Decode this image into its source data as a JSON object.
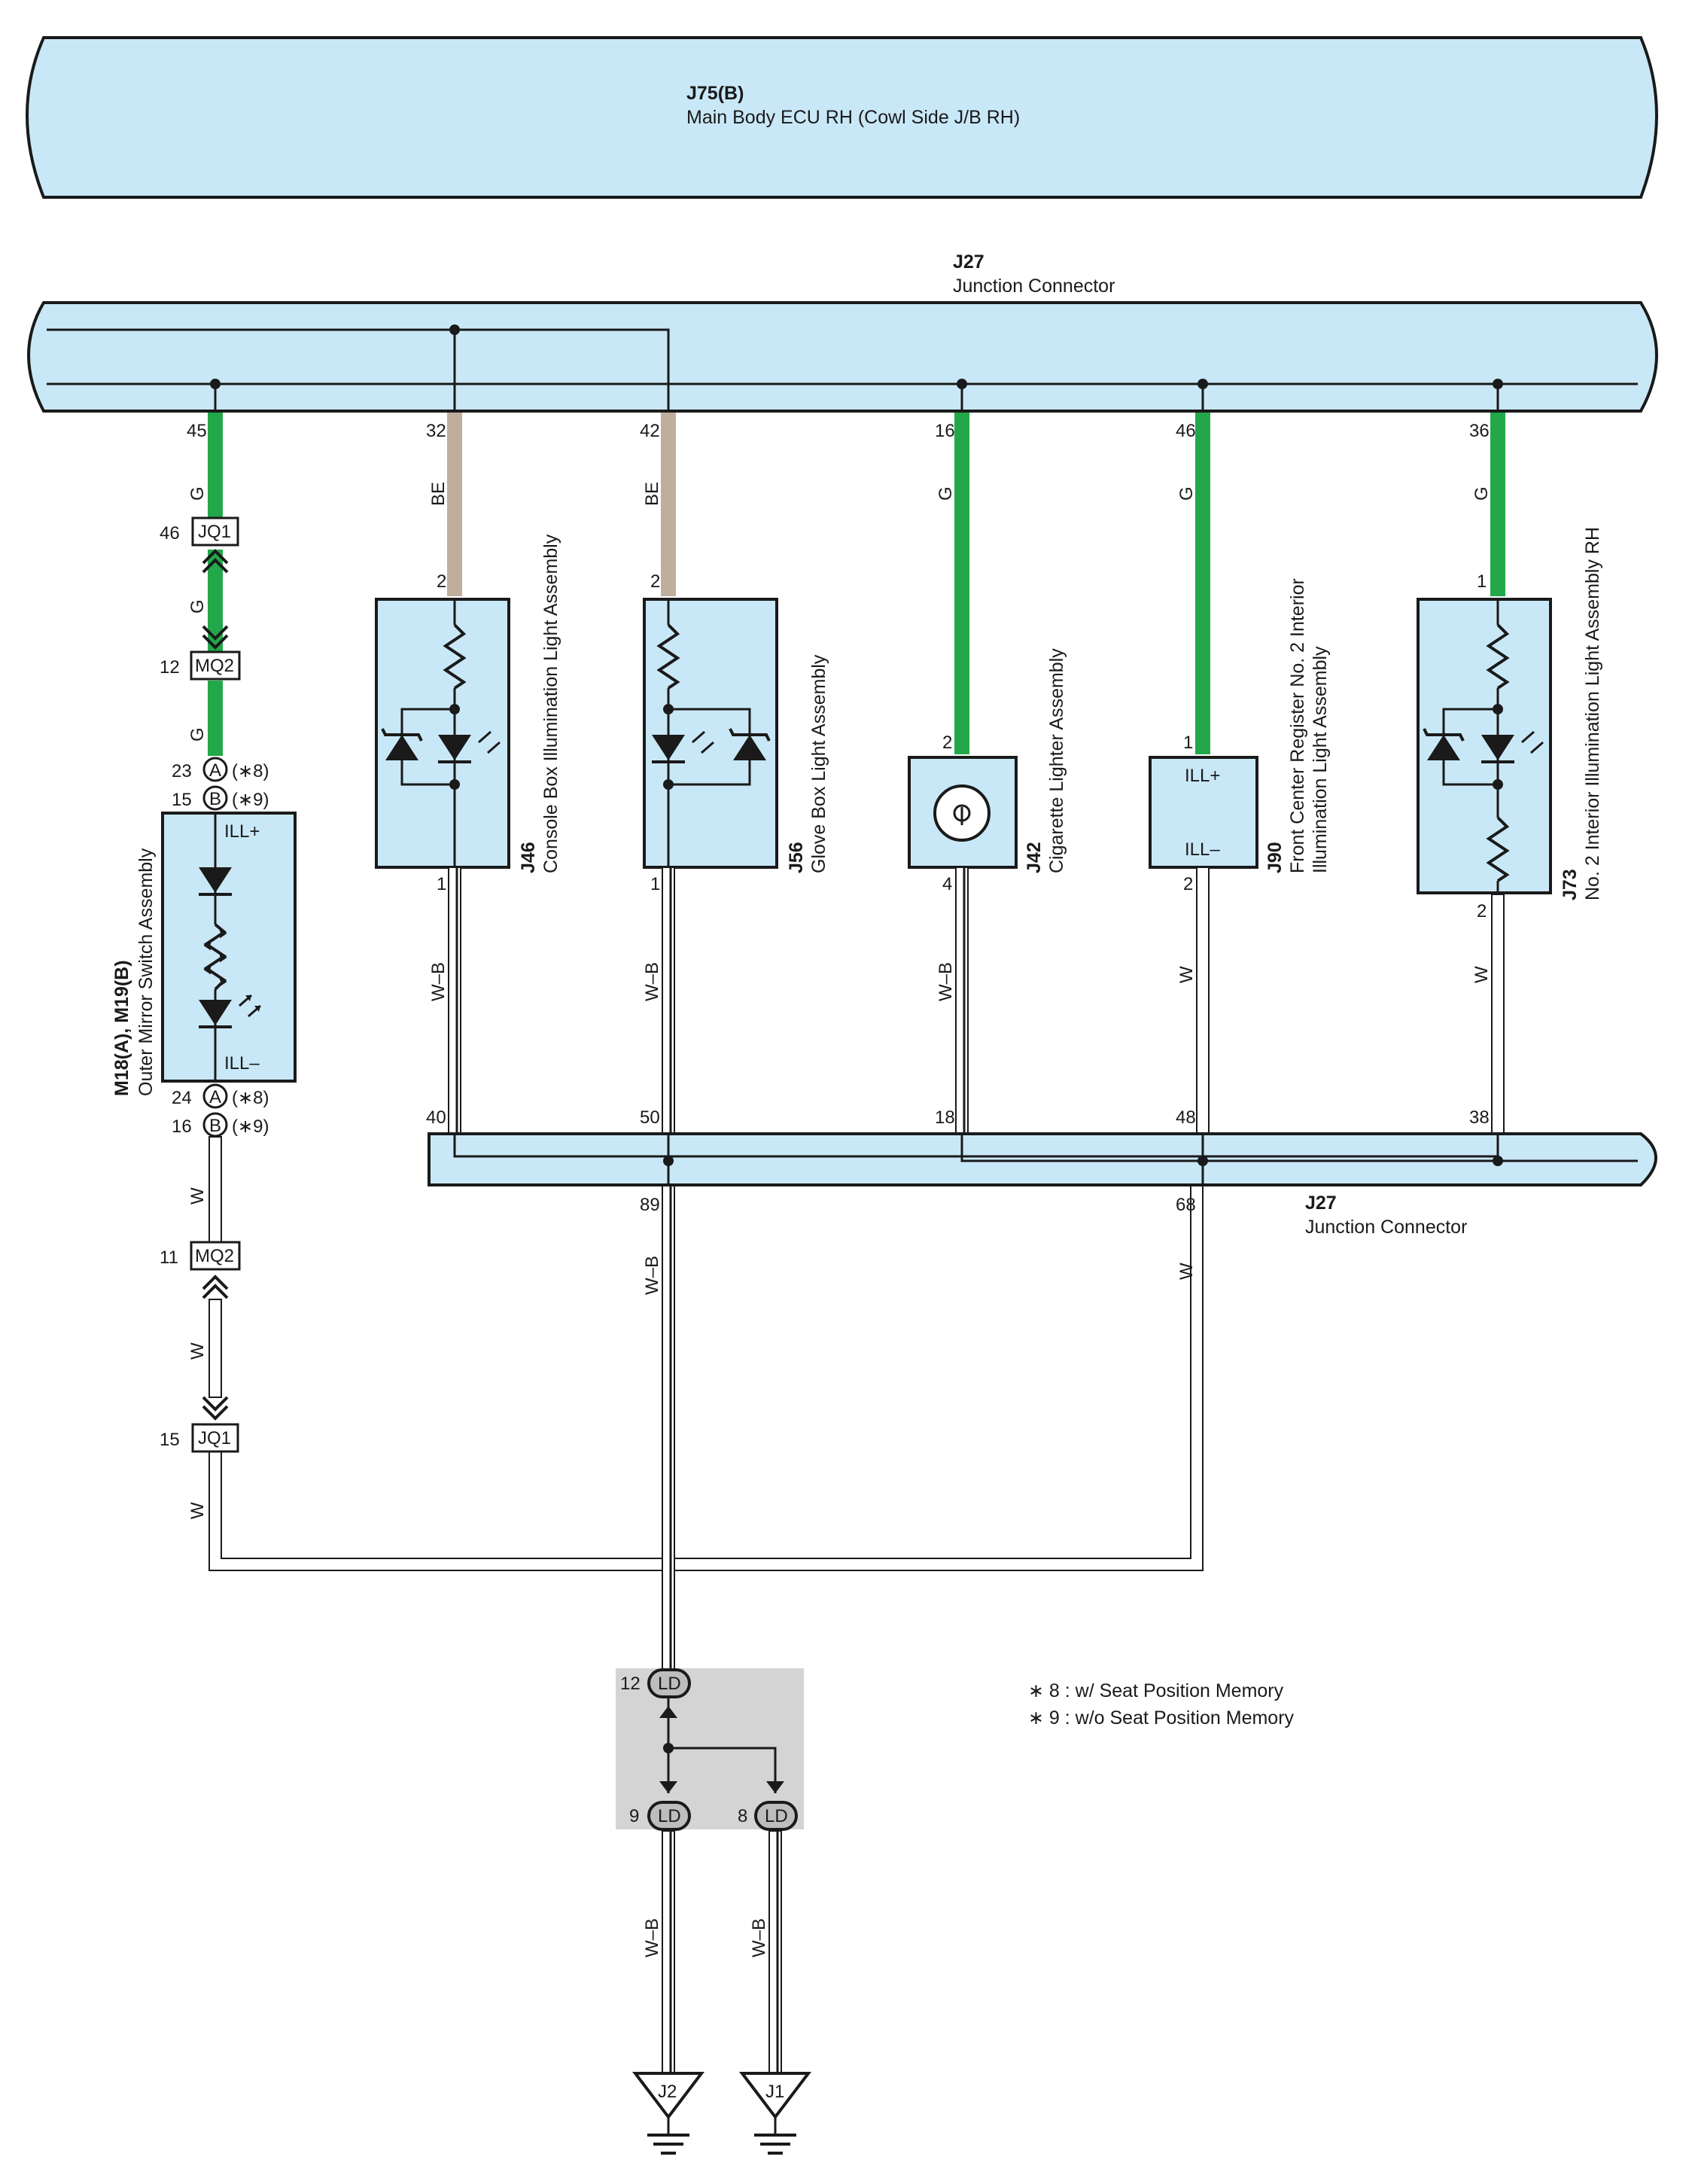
{
  "colors": {
    "box_fill": "#c9e8f7",
    "wire_g": "#22a84a",
    "wire_be": "#bfae9b",
    "wire_w": "#ffffff",
    "wire_wb": "#ffffff",
    "outline": "#1a1a1a",
    "ground_box": "#d4d4d4"
  },
  "ecu": {
    "code": "J75(B)",
    "name": "Main Body ECU RH (Cowl Side J/B RH)"
  },
  "j27_top": {
    "code": "J27",
    "name": "Junction Connector",
    "pins": [
      "45",
      "32",
      "42",
      "16",
      "46",
      "36"
    ]
  },
  "j27_bottom": {
    "code": "J27",
    "name": "Junction Connector",
    "pins_top": [
      "40",
      "50",
      "18",
      "48",
      "38"
    ],
    "pins_bottom": [
      "89",
      "68"
    ]
  },
  "wires": {
    "c1_upper": "G",
    "c1_mid": "G",
    "c1_low": "G",
    "c1_w1": "W",
    "c1_w2": "W",
    "c1_w3": "W",
    "c2": "BE",
    "c3": "BE",
    "c4": "G",
    "c5": "G",
    "c6": "G",
    "c2_low": "W–B",
    "c3_low": "W–B",
    "c4_low": "W–B",
    "c5_low": "W",
    "c6_low": "W",
    "c3_bottom": "W–B",
    "c5_bottom": "W",
    "ground_left": "W–B",
    "ground_right": "W–B"
  },
  "inline_connectors": {
    "jq1_top": {
      "label": "JQ1",
      "pin": "46"
    },
    "mq2_top": {
      "label": "MQ2",
      "pin": "12"
    },
    "mq2_bottom": {
      "label": "MQ2",
      "pin": "11"
    },
    "jq1_bottom": {
      "label": "JQ1",
      "pin": "15"
    }
  },
  "mirror": {
    "code": "M18(A), M19(B)",
    "name": "Outer Mirror Switch Assembly",
    "ill_plus": "ILL+",
    "ill_minus": "ILL–",
    "pin_a_top": "23",
    "pin_b_top": "15",
    "pin_a_bot": "24",
    "pin_b_bot": "16",
    "letter_a": "A",
    "letter_b": "B",
    "note8": "(∗8)",
    "note9": "(∗9)"
  },
  "components": {
    "j46": {
      "code": "J46",
      "name": "Console Box Illumination Light Assembly",
      "pin_in": "2",
      "pin_out": "1"
    },
    "j56": {
      "code": "J56",
      "name": "Glove Box Light Assembly",
      "pin_in": "2",
      "pin_out": "1"
    },
    "j42": {
      "code": "J42",
      "name": "Cigarette Lighter Assembly",
      "pin_in": "2",
      "pin_out": "4"
    },
    "j90": {
      "code": "J90",
      "name_line1": "Front Center Register No. 2 Interior",
      "name_line2": "Illumination Light Assembly",
      "pin_in": "1",
      "pin_out": "2",
      "ill_plus": "ILL+",
      "ill_minus": "ILL–"
    },
    "j73": {
      "code": "J73",
      "name": "No. 2 Interior Illumination Light Assembly RH",
      "pin_in": "1",
      "pin_out": "2"
    }
  },
  "ld": {
    "label": "LD",
    "pin_top": "12",
    "pin_left": "9",
    "pin_right": "8"
  },
  "grounds": {
    "left": "J2",
    "right": "J1"
  },
  "legend": {
    "line1": "∗ 8 : w/ Seat Position Memory",
    "line2": "∗ 9 : w/o Seat Position Memory"
  }
}
